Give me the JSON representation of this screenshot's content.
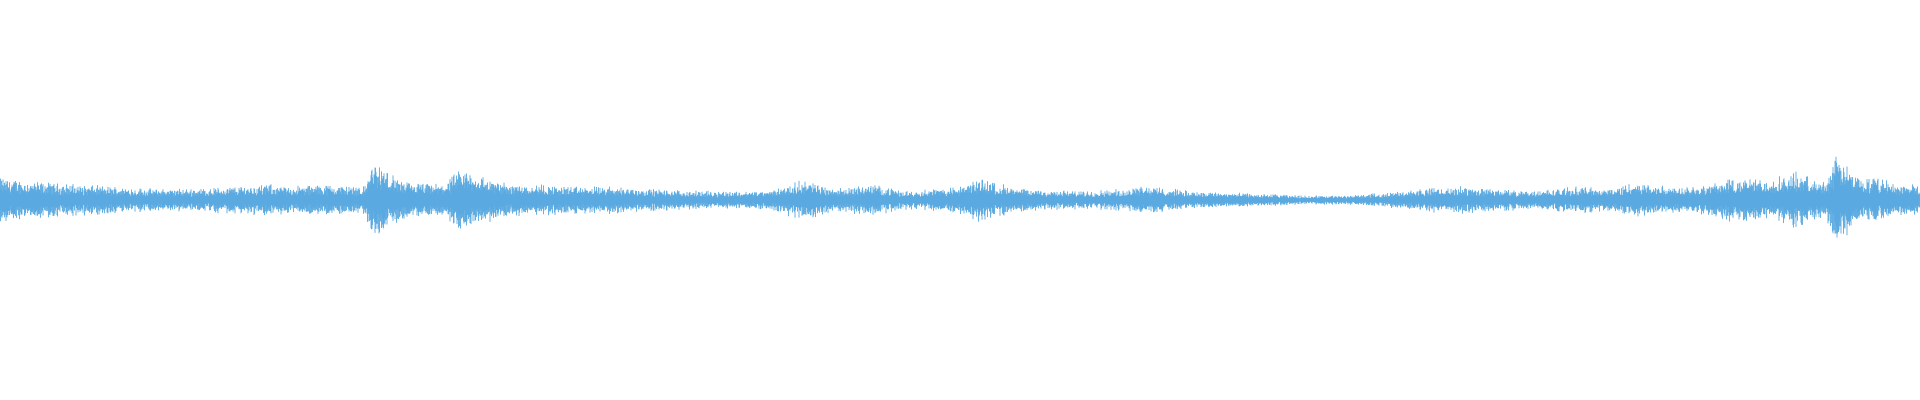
{
  "chart_data": {
    "type": "area",
    "chart_kind": "audio-waveform",
    "title": "",
    "xlabel": "",
    "ylabel": "",
    "grid": false,
    "legend": "none",
    "color": "#5aa9e0",
    "background": "#ffffff",
    "ylim": [
      -1,
      1
    ],
    "x_normalized_range": [
      0,
      1
    ],
    "envelope": {
      "x": [
        0.0,
        0.02,
        0.04,
        0.06,
        0.08,
        0.1,
        0.12,
        0.14,
        0.15,
        0.17,
        0.19,
        0.194,
        0.21,
        0.23,
        0.241,
        0.26,
        0.28,
        0.3,
        0.32,
        0.34,
        0.36,
        0.38,
        0.4,
        0.419,
        0.436,
        0.455,
        0.47,
        0.5,
        0.511,
        0.53,
        0.56,
        0.59,
        0.59,
        0.62,
        0.65,
        0.68,
        0.7,
        0.72,
        0.74,
        0.76,
        0.78,
        0.8,
        0.82,
        0.84,
        0.85,
        0.87,
        0.89,
        0.904,
        0.92,
        0.935,
        0.95,
        0.957,
        0.97,
        0.977,
        0.99,
        1.0
      ],
      "amplitude": [
        0.1,
        0.08,
        0.07,
        0.06,
        0.05,
        0.05,
        0.06,
        0.07,
        0.06,
        0.07,
        0.06,
        0.18,
        0.08,
        0.07,
        0.14,
        0.08,
        0.07,
        0.06,
        0.06,
        0.05,
        0.04,
        0.04,
        0.04,
        0.09,
        0.05,
        0.07,
        0.04,
        0.06,
        0.1,
        0.05,
        0.04,
        0.05,
        0.07,
        0.04,
        0.03,
        0.02,
        0.02,
        0.03,
        0.05,
        0.06,
        0.05,
        0.04,
        0.06,
        0.05,
        0.08,
        0.06,
        0.07,
        0.1,
        0.09,
        0.12,
        0.08,
        0.2,
        0.09,
        0.1,
        0.07,
        0.07
      ]
    }
  }
}
